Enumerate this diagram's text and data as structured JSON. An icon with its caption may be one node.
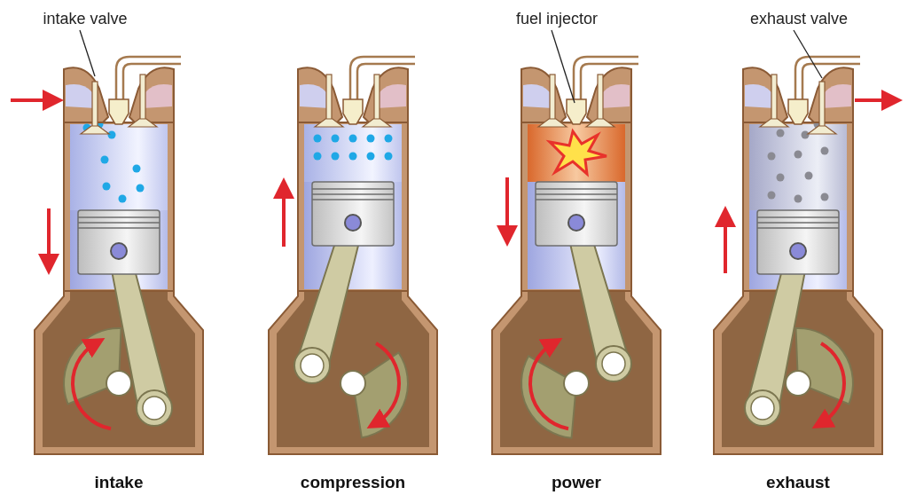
{
  "diagram": {
    "nodes": [
      {
        "text": [
          "intake valve"
        ]
      },
      {
        "text": [
          "fuel injector"
        ]
      },
      {
        "text": [
          "exhaust valve"
        ]
      }
    ],
    "edges": [
      {
        "from": 0,
        "to": null,
        "arrow": "none"
      },
      {
        "from": 1,
        "to": null,
        "arrow": "none"
      },
      {
        "from": 2,
        "to": null,
        "arrow": "none"
      }
    ],
    "labels": [
      "intake",
      "compression",
      "power",
      "exhaust"
    ]
  }
}
